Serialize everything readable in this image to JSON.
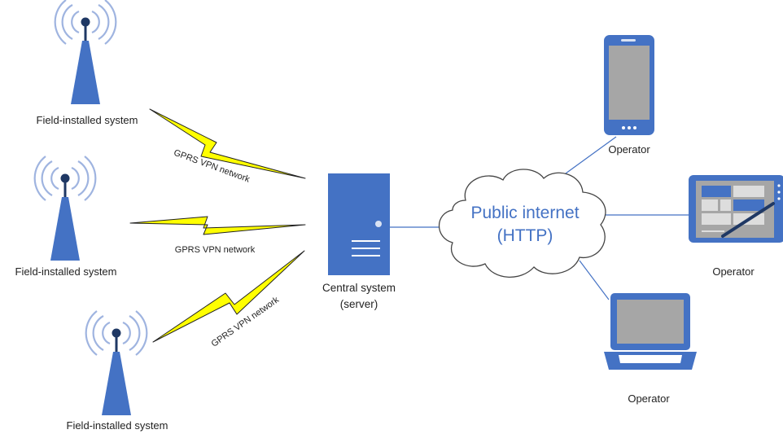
{
  "field_systems": [
    {
      "label": "Field-installed system"
    },
    {
      "label": "Field-installed system"
    },
    {
      "label": "Field-installed system"
    }
  ],
  "links": [
    {
      "label": "GPRS VPN network"
    },
    {
      "label": "GPRS VPN network"
    },
    {
      "label": "GPRS VPN network"
    }
  ],
  "server": {
    "label_line1": "Central system",
    "label_line2": "(server)"
  },
  "cloud": {
    "label_line1": "Public internet",
    "label_line2": "(HTTP)"
  },
  "operators": [
    {
      "label": "Operator",
      "device": "smartphone-icon"
    },
    {
      "label": "Operator",
      "device": "tablet-icon"
    },
    {
      "label": "Operator",
      "device": "laptop-icon"
    }
  ],
  "colors": {
    "device_blue": "#4472c4",
    "antenna_dark": "#1f3864",
    "signal_arc": "#9fb4e0",
    "lightning_fill": "#ffff00",
    "screen_gray": "#a6a6a6",
    "cloud_text": "#4472c4"
  }
}
